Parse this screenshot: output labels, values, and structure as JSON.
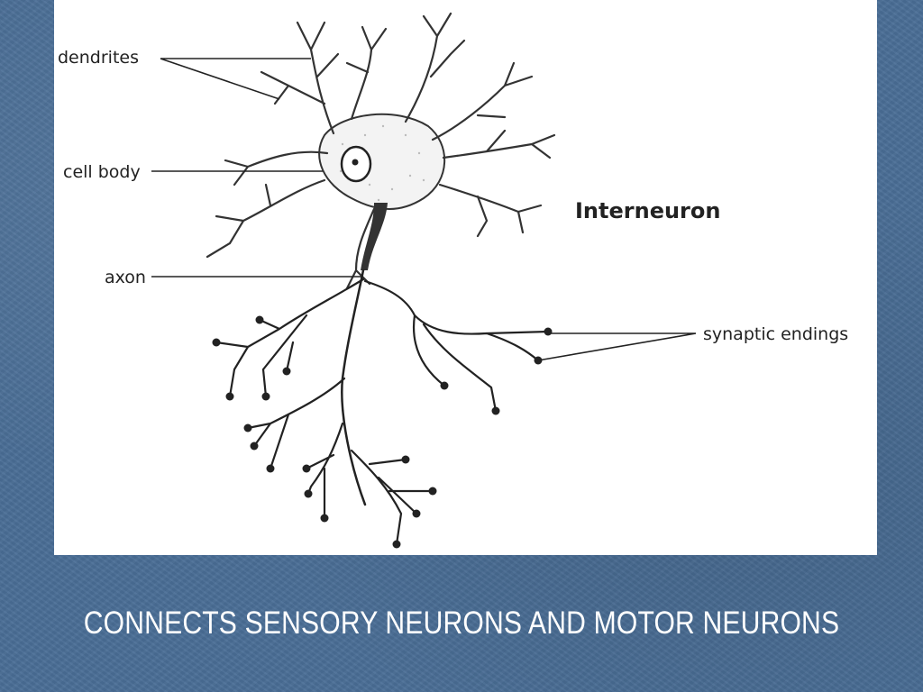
{
  "figure": {
    "title": "Interneuron",
    "labels": {
      "dendrites": "dendrites",
      "cell_body": "cell body",
      "axon": "axon",
      "synaptic_endings": "synaptic endings"
    }
  },
  "caption": "CONNECTS SENSORY NEURONS AND MOTOR NEURONS",
  "colors": {
    "background": "#4a6e96",
    "panel": "#ffffff",
    "ink": "#222222",
    "caption_text": "#ffffff"
  }
}
